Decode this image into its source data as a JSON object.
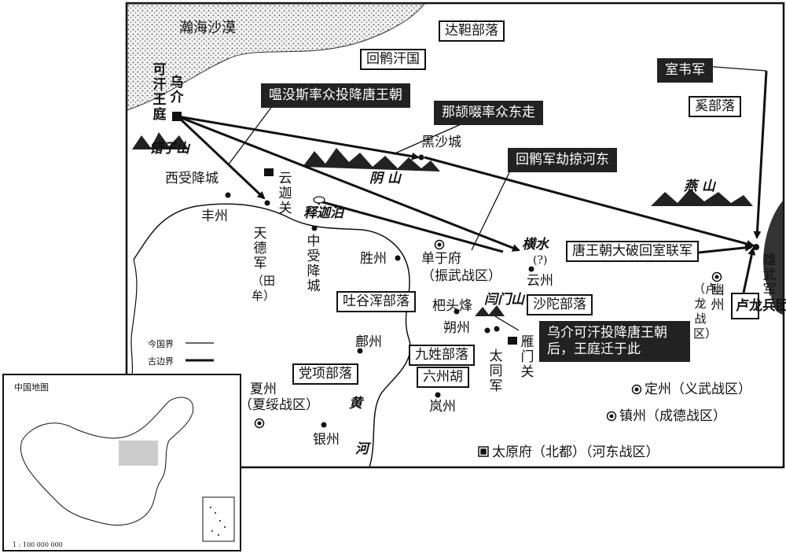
{
  "regions": {
    "desert": "瀚海沙漠",
    "dajie": "达靼部落",
    "huihe_khanate": "回鹘汗国",
    "shiwei_army": "室韦军",
    "xi_tribe": "奚部落",
    "tuyuhun": "吐谷浑部落",
    "shatuo": "沙陀部落",
    "jiuxing": "九姓部落",
    "liuzhou_hu": "六州胡",
    "dangxiang": "党项部落",
    "lulong_army": "卢龙兵团"
  },
  "events": {
    "wumosi": "嗢没斯率众投降唐王朝",
    "najiechuo": "那颉啜率众东走",
    "plunder": "回鹘军劫掠河东",
    "tang_victory": "唐王朝大破回室联军",
    "wujie_surrender": "乌介可汗投降唐王朝后，王庭迁于此"
  },
  "places": {
    "khan_court": "可汗王庭",
    "wujie": "乌介",
    "cuozi_mt": "错子山",
    "xishou": "西受降城",
    "fengzhou": "丰州",
    "yunjia": "云迦关",
    "shijia_lake": "释迦泊",
    "tiande": "天德军",
    "tiande_paren": "（田牟）",
    "zhongshou": "中受降城",
    "heisha": "黑沙城",
    "yinshan": "阴 山",
    "yanshan": "燕  山",
    "xiongwu": "雄武军",
    "shengzhou": "胜州",
    "shanyu": "单于府",
    "zhenwu": "（振武战区）",
    "hengshui": "横水",
    "hengshui_mark": "(?)",
    "yunzhou": "云州",
    "batoufeng": "杷头烽",
    "yanmenshan": "闫门山",
    "shuozhou": "朔州",
    "datong": "太同军",
    "yanmen_pass": "雁门关",
    "youzhou": "幽州",
    "lulong_zone": "（卢龙战区）",
    "dingzhou": "定州（义武战区）",
    "zhenzhou": "镇州（成德战区）",
    "fuzhou": "鄜州",
    "xiazhou": "夏州",
    "xiasui": "（夏绥战区）",
    "lanzhou": "岚州",
    "yinzhou": "银州",
    "huang": "黄",
    "he": "河",
    "taiyuan": "太原府（北都）（河东战区）"
  },
  "legend": {
    "modern_border": "今国界",
    "ancient_border": "古边界"
  },
  "inset": {
    "title": "中国地图",
    "scale": "1 : 100 000 000"
  },
  "colors": {
    "ink": "#111111",
    "highlight_box": "#cccccc"
  }
}
